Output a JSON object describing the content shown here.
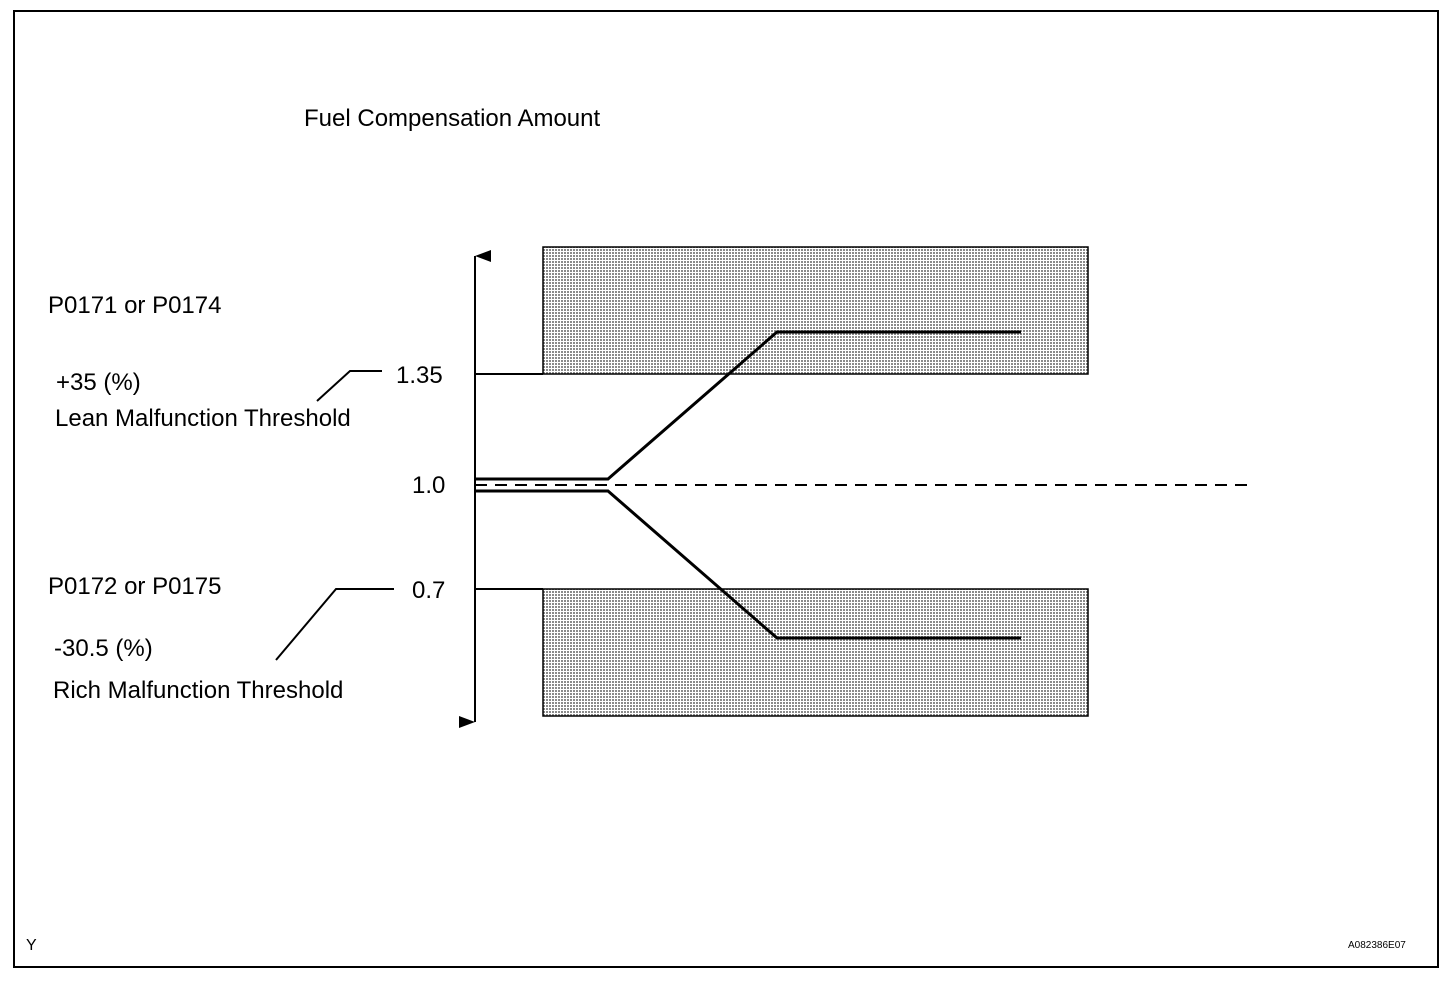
{
  "title": "Fuel Compensation Amount",
  "lean": {
    "codes": "P0171 or P0174",
    "percent": "+35 (%)",
    "threshold_label": "Lean Malfunction Threshold",
    "value_label": "1.35",
    "value": 1.35
  },
  "baseline": {
    "value_label": "1.0",
    "value": 1.0
  },
  "rich": {
    "codes": "P0172 or P0175",
    "percent": "-30.5 (%)",
    "threshold_label": "Rich Malfunction Threshold",
    "value_label": "0.7",
    "value": 0.7
  },
  "corner_left": "Y",
  "figure_code": "A082386E07",
  "colors": {
    "line": "#000000",
    "shaded_zone": "#c9c9c9",
    "background": "#ffffff"
  }
}
